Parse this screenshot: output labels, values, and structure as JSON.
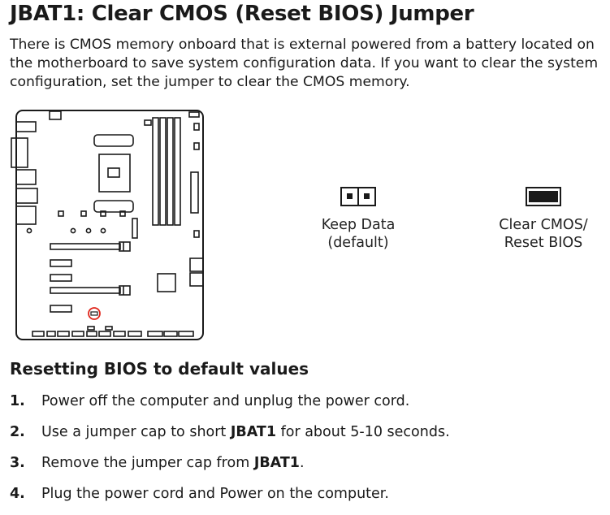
{
  "title": "JBAT1: Clear CMOS (Reset BIOS) Jumper",
  "intro": {
    "line1": "There is CMOS memory onboard that is external powered from a battery located on",
    "line2": "the motherboard to save system configuration data. If you want to clear the system",
    "line3": "configuration, set the jumper to clear the CMOS memory."
  },
  "jumpers": [
    {
      "label_line1": "Keep Data",
      "label_line2": "(default)",
      "state": "open"
    },
    {
      "label_line1": "Clear CMOS/",
      "label_line2": "Reset BIOS",
      "state": "shorted"
    }
  ],
  "highlight_color": "#e0261b",
  "section_heading": "Resetting BIOS to default values",
  "steps": [
    {
      "num": "1.",
      "before": "Power off the computer and unplug the power cord.",
      "bold": "",
      "after": ""
    },
    {
      "num": "2.",
      "before": "Use a jumper cap to short ",
      "bold": "JBAT1",
      "after": " for about 5-10 seconds."
    },
    {
      "num": "3.",
      "before": "Remove the jumper cap from ",
      "bold": "JBAT1",
      "after": "."
    },
    {
      "num": "4.",
      "before": "Plug the power cord and Power on the computer.",
      "bold": "",
      "after": ""
    }
  ]
}
